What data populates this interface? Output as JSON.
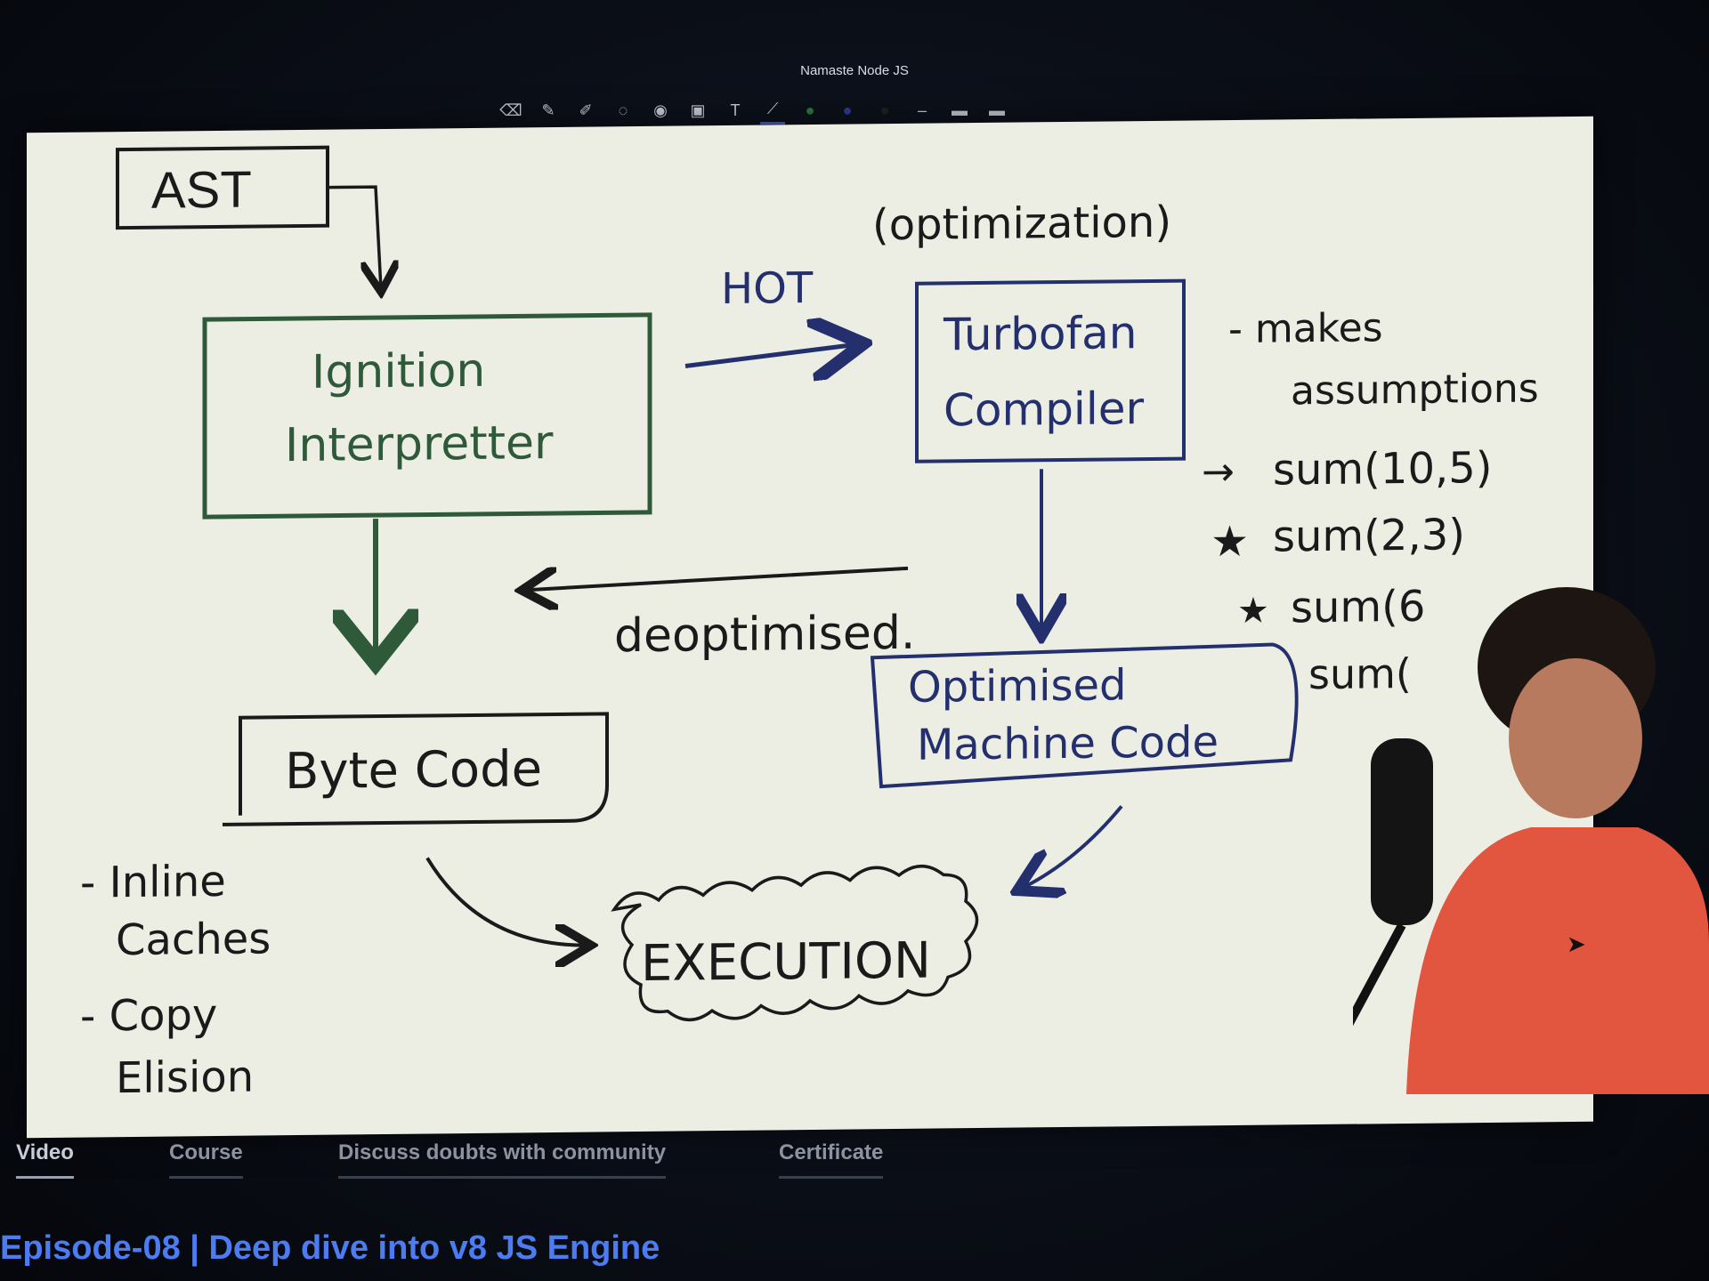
{
  "window": {
    "title": "Namaste Node JS"
  },
  "toolbar": {
    "tools": [
      {
        "icon": "eraser-icon",
        "glyph": "⌫"
      },
      {
        "icon": "pen-icon",
        "glyph": "✎"
      },
      {
        "icon": "highlighter-icon",
        "glyph": "✐"
      },
      {
        "icon": "lasso-icon",
        "glyph": "◌"
      },
      {
        "icon": "shapes-icon",
        "glyph": "◉"
      },
      {
        "icon": "image-icon",
        "glyph": "▣"
      },
      {
        "icon": "text-icon",
        "glyph": "T"
      },
      {
        "icon": "laser-icon",
        "glyph": "⟋"
      },
      {
        "icon": "color-green-icon",
        "glyph": "●"
      },
      {
        "icon": "color-blue-icon",
        "glyph": "●"
      },
      {
        "icon": "color-black-icon",
        "glyph": "●"
      },
      {
        "icon": "stroke-thin-icon",
        "glyph": "–"
      },
      {
        "icon": "stroke-medium-icon",
        "glyph": "▬"
      },
      {
        "icon": "stroke-thick-icon",
        "glyph": "▬"
      }
    ],
    "active_tool": "laser-icon"
  },
  "whiteboard": {
    "ast": "AST",
    "ignition_line1": "Ignition",
    "ignition_line2": "Interpretter",
    "bytecode": "Byte Code",
    "hot": "HOT",
    "optimization_note": "(optimization)",
    "turbofan_line1": "Turbofan",
    "turbofan_line2": "Compiler",
    "makes_line1": "- makes",
    "makes_line2": "assumptions",
    "sum1": "sum(10,5)",
    "sum2": "sum(2,3)",
    "sum3": "sum(6",
    "sum4": "sum(",
    "deoptimised": "deoptimised.",
    "optimised_line1": "Optimised",
    "optimised_line2": "Machine Code",
    "execution": "EXECUTION",
    "inline_line1": "- Inline",
    "inline_line2": "Caches",
    "copy_line1": "- Copy",
    "copy_line2": "Elision"
  },
  "tabs": [
    {
      "label": "Video",
      "active": true
    },
    {
      "label": "Course",
      "active": false
    },
    {
      "label": "Discuss doubts with community",
      "active": false
    },
    {
      "label": "Certificate",
      "active": false
    }
  ],
  "episode": {
    "title": "Episode-08 | Deep dive into v8 JS Engine"
  },
  "colors": {
    "green_ink": "#2f5a3a",
    "blue_ink": "#24306e",
    "black_ink": "#1a1a1a",
    "board": "#eceee4",
    "link_blue": "#4c7cf2"
  }
}
